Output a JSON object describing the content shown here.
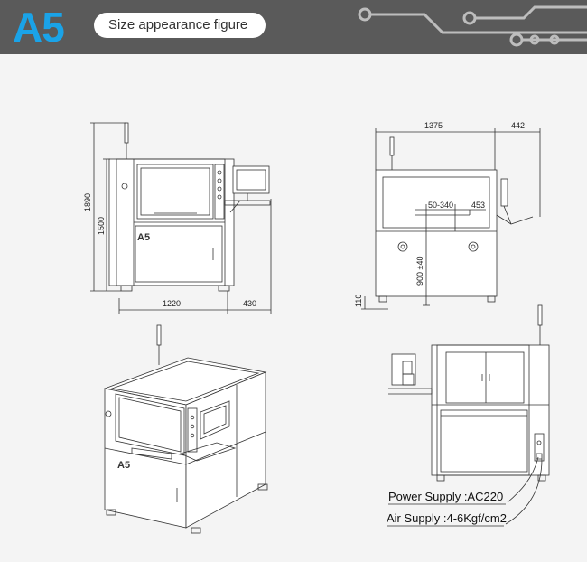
{
  "header": {
    "model": "A5",
    "section_title": "Size appearance figure",
    "header_bg": "#5a5a5a",
    "accent": "#1aa3e8"
  },
  "front_view": {
    "height_total": "1890",
    "height_body": "1500",
    "width_body": "1220",
    "width_monitor": "430",
    "logo": "A5"
  },
  "side_view": {
    "depth_total": "1375",
    "depth_monitor": "442",
    "range": "50-340",
    "rail": "453",
    "conveyor_height": "900 ±40",
    "foot_height": "110"
  },
  "iso_view": {
    "logo": "A5"
  },
  "rear_view": {
    "power_supply": "Power Supply :AC220",
    "air_supply": "Air Supply :4-6Kgf/cm2"
  }
}
